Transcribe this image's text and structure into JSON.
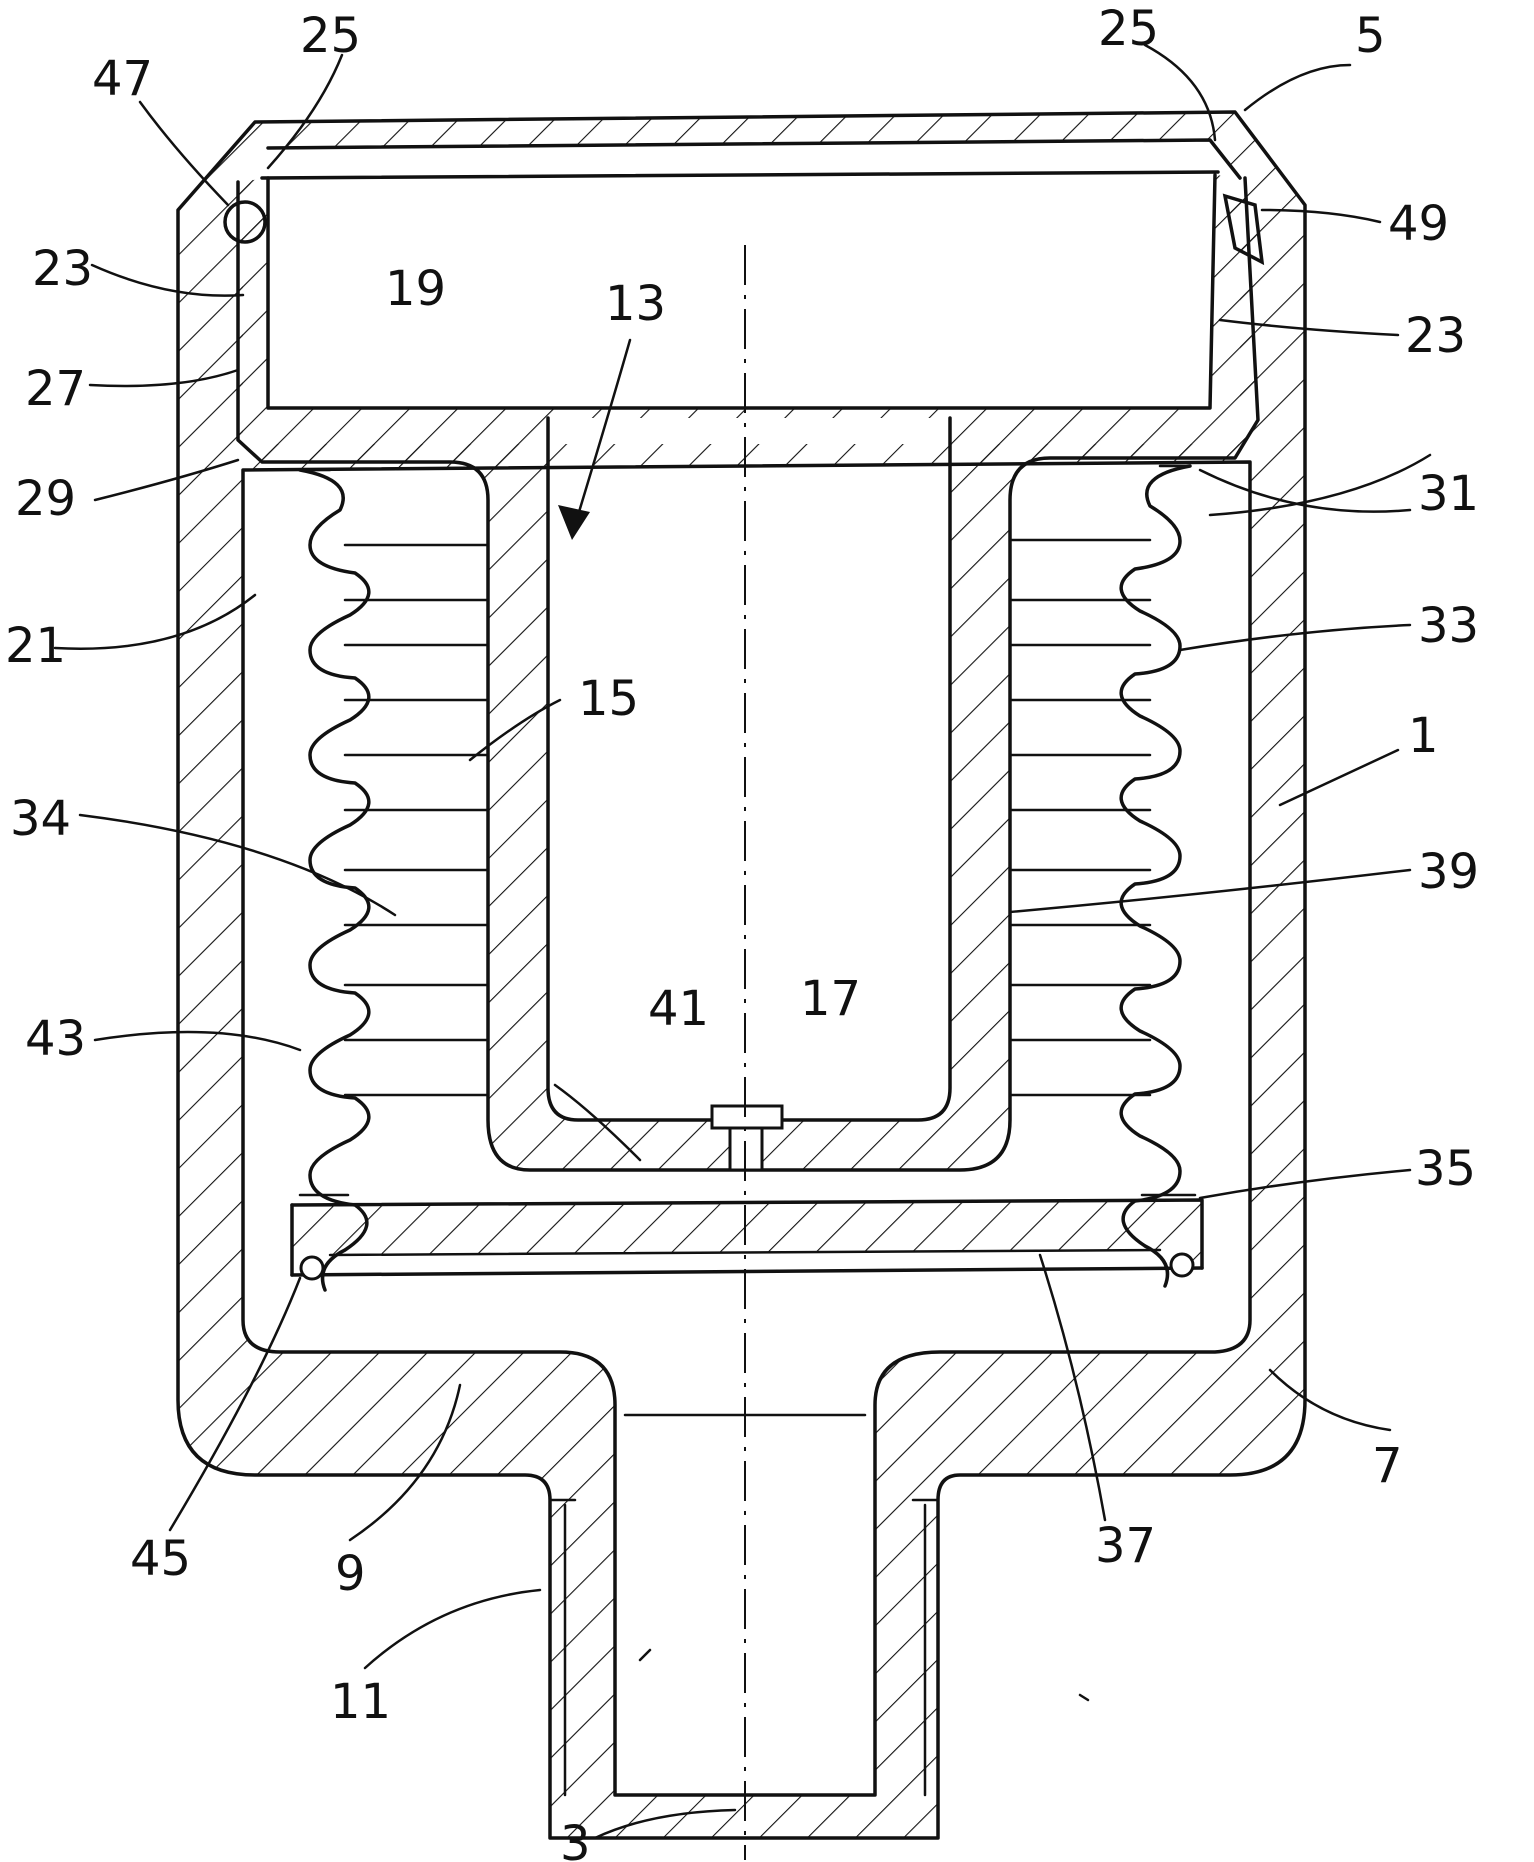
{
  "figure": {
    "labels": {
      "l1": "1",
      "l3": "3",
      "l5": "5",
      "l7": "7",
      "l9": "9",
      "l11": "11",
      "l13": "13",
      "l15": "15",
      "l17": "17",
      "l19": "19",
      "l21": "21",
      "l23a": "23",
      "l23b": "23",
      "l25a": "25",
      "l25b": "25",
      "l27": "27",
      "l29": "29",
      "l31": "31",
      "l33": "33",
      "l34": "34",
      "l35": "35",
      "l37": "37",
      "l39": "39",
      "l41": "41",
      "l43": "43",
      "l45": "45",
      "l47": "47",
      "l49": "49"
    }
  }
}
